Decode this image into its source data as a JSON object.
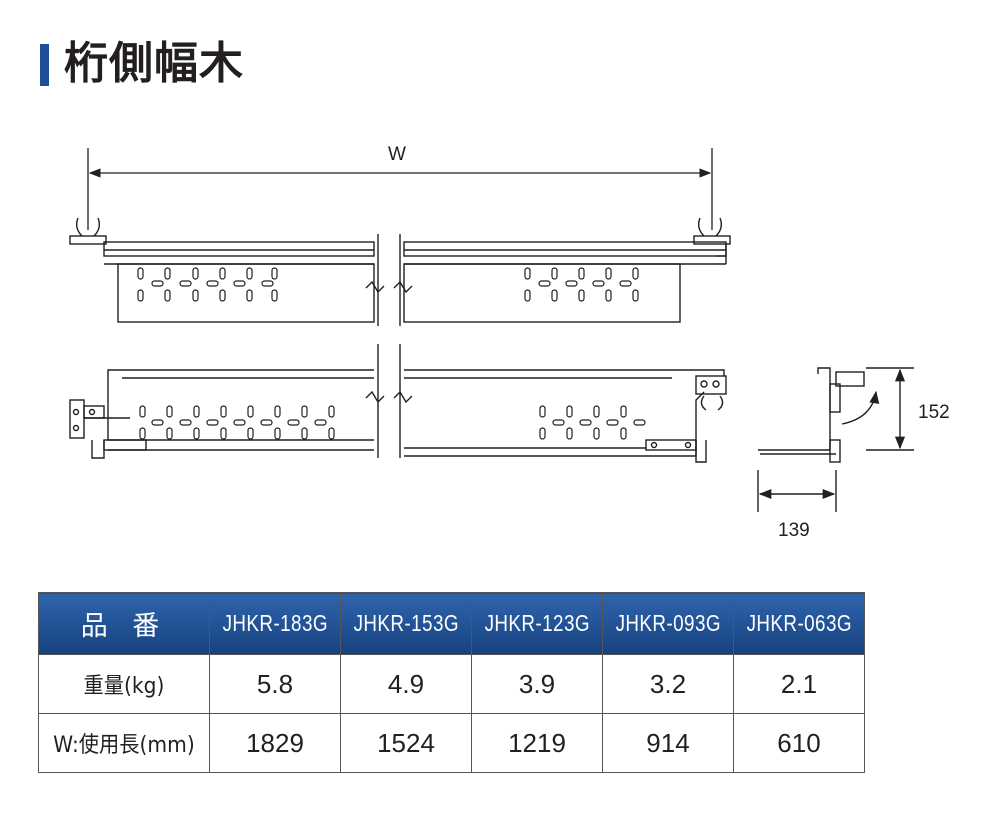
{
  "title": "桁側幅木",
  "dimensions": {
    "width_label": "W",
    "height_label": "152",
    "depth_label": "139"
  },
  "table": {
    "header_label": "品 番",
    "models": [
      "JHKR-183G",
      "JHKR-153G",
      "JHKR-123G",
      "JHKR-093G",
      "JHKR-063G"
    ],
    "rows": [
      {
        "label": "重量(kg)",
        "values": [
          "5.8",
          "4.9",
          "3.9",
          "3.2",
          "2.1"
        ]
      },
      {
        "label": "W:使用長(mm)",
        "values": [
          "1829",
          "1524",
          "1219",
          "914",
          "610"
        ]
      }
    ]
  },
  "colors": {
    "accent": "#1f4e9c",
    "header_bg": "#1d4a8a",
    "line": "#231f20"
  }
}
